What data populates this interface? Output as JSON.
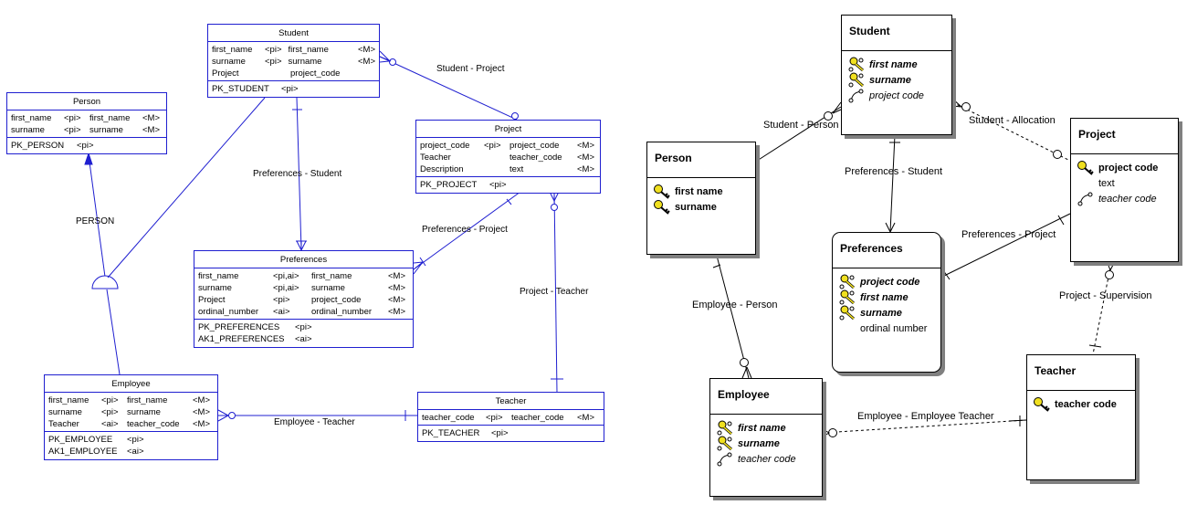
{
  "physical_model": {
    "tables": {
      "student": {
        "name": "Student",
        "columns": [
          [
            "first_name",
            "<pi>",
            "first_name",
            "<M>"
          ],
          [
            "surname",
            "<pi>",
            "surname",
            "<M>"
          ],
          [
            "Project",
            "",
            "project_code",
            ""
          ]
        ],
        "keys": [
          [
            "PK_STUDENT",
            "<pi>"
          ]
        ]
      },
      "person": {
        "name": "Person",
        "columns": [
          [
            "first_name",
            "<pi>",
            "first_name",
            "<M>"
          ],
          [
            "surname",
            "<pi>",
            "surname",
            "<M>"
          ]
        ],
        "keys": [
          [
            "PK_PERSON",
            "<pi>"
          ]
        ]
      },
      "project": {
        "name": "Project",
        "columns": [
          [
            "project_code",
            "<pi>",
            "project_code",
            "<M>"
          ],
          [
            "Teacher",
            "",
            "teacher_code",
            "<M>"
          ],
          [
            "Description",
            "",
            "text",
            "<M>"
          ]
        ],
        "keys": [
          [
            "PK_PROJECT",
            "<pi>"
          ]
        ]
      },
      "preferences": {
        "name": "Preferences",
        "columns": [
          [
            "first_name",
            "<pi,ai>",
            "first_name",
            "<M>"
          ],
          [
            "surname",
            "<pi,ai>",
            "surname",
            "<M>"
          ],
          [
            "Project",
            "<pi>",
            "project_code",
            "<M>"
          ],
          [
            "ordinal_number",
            "<ai>",
            "ordinal_number",
            "<M>"
          ]
        ],
        "keys": [
          [
            "PK_PREFERENCES",
            "<pi>"
          ],
          [
            "AK1_PREFERENCES",
            "<ai>"
          ]
        ]
      },
      "employee": {
        "name": "Employee",
        "columns": [
          [
            "first_name",
            "<pi>",
            "first_name",
            "<M>"
          ],
          [
            "surname",
            "<pi>",
            "surname",
            "<M>"
          ],
          [
            "Teacher",
            "<ai>",
            "teacher_code",
            "<M>"
          ]
        ],
        "keys": [
          [
            "PK_EMPLOYEE",
            "<pi>"
          ],
          [
            "AK1_EMPLOYEE",
            "<ai>"
          ]
        ]
      },
      "teacher": {
        "name": "Teacher",
        "columns": [
          [
            "teacher_code",
            "<pi>",
            "teacher_code",
            "<M>"
          ]
        ],
        "keys": [
          [
            "PK_TEACHER",
            "<pi>"
          ]
        ]
      }
    },
    "relationships": {
      "student_project": "Student - Project",
      "preferences_student": "Preferences - Student",
      "preferences_project": "Preferences - Project",
      "project_teacher": "Project - Teacher",
      "employee_teacher": "Employee - Teacher",
      "inheritance": "PERSON"
    },
    "color": "#1f1fd0"
  },
  "logical_model": {
    "entities": {
      "student": {
        "name": "Student",
        "attributes": [
          {
            "text": "first name",
            "style": "bold-italic",
            "icon": "primary-foreign-key-icon"
          },
          {
            "text": "surname",
            "style": "bold-italic",
            "icon": "primary-foreign-key-icon"
          },
          {
            "text": "project code",
            "style": "italic",
            "icon": "foreign-key-icon"
          }
        ]
      },
      "person": {
        "name": "Person",
        "attributes": [
          {
            "text": "first name",
            "style": "bold",
            "icon": "primary-key-icon"
          },
          {
            "text": "surname",
            "style": "bold",
            "icon": "primary-key-icon"
          }
        ]
      },
      "project": {
        "name": "Project",
        "attributes": [
          {
            "text": "project code",
            "style": "bold",
            "icon": "primary-key-icon"
          },
          {
            "text": "text",
            "style": "normal",
            "icon": ""
          },
          {
            "text": "teacher code",
            "style": "italic",
            "icon": "foreign-key-icon"
          }
        ]
      },
      "preferences": {
        "name": "Preferences",
        "attributes": [
          {
            "text": "project code",
            "style": "bold-italic",
            "icon": "primary-foreign-key-icon"
          },
          {
            "text": "first name",
            "style": "bold-italic",
            "icon": "primary-foreign-key-icon"
          },
          {
            "text": "surname",
            "style": "bold-italic",
            "icon": "primary-foreign-key-icon"
          },
          {
            "text": "ordinal number",
            "style": "normal",
            "icon": ""
          }
        ]
      },
      "employee": {
        "name": "Employee",
        "attributes": [
          {
            "text": "first name",
            "style": "bold-italic",
            "icon": "primary-foreign-key-icon"
          },
          {
            "text": "surname",
            "style": "bold-italic",
            "icon": "primary-foreign-key-icon"
          },
          {
            "text": "teacher code",
            "style": "italic",
            "icon": "foreign-key-icon"
          }
        ]
      },
      "teacher": {
        "name": "Teacher",
        "attributes": [
          {
            "text": "teacher code",
            "style": "bold",
            "icon": "primary-key-icon"
          }
        ]
      }
    },
    "relationships": {
      "student_person": "Student - Person",
      "student_allocation": "Student - Allocation",
      "preferences_student": "Preferences - Student",
      "preferences_project": "Preferences - Project",
      "project_supervision": "Project - Supervision",
      "employee_person": "Employee - Person",
      "employee_employee_teacher": "Employee - Employee Teacher"
    },
    "key_color": "#f0e020"
  }
}
